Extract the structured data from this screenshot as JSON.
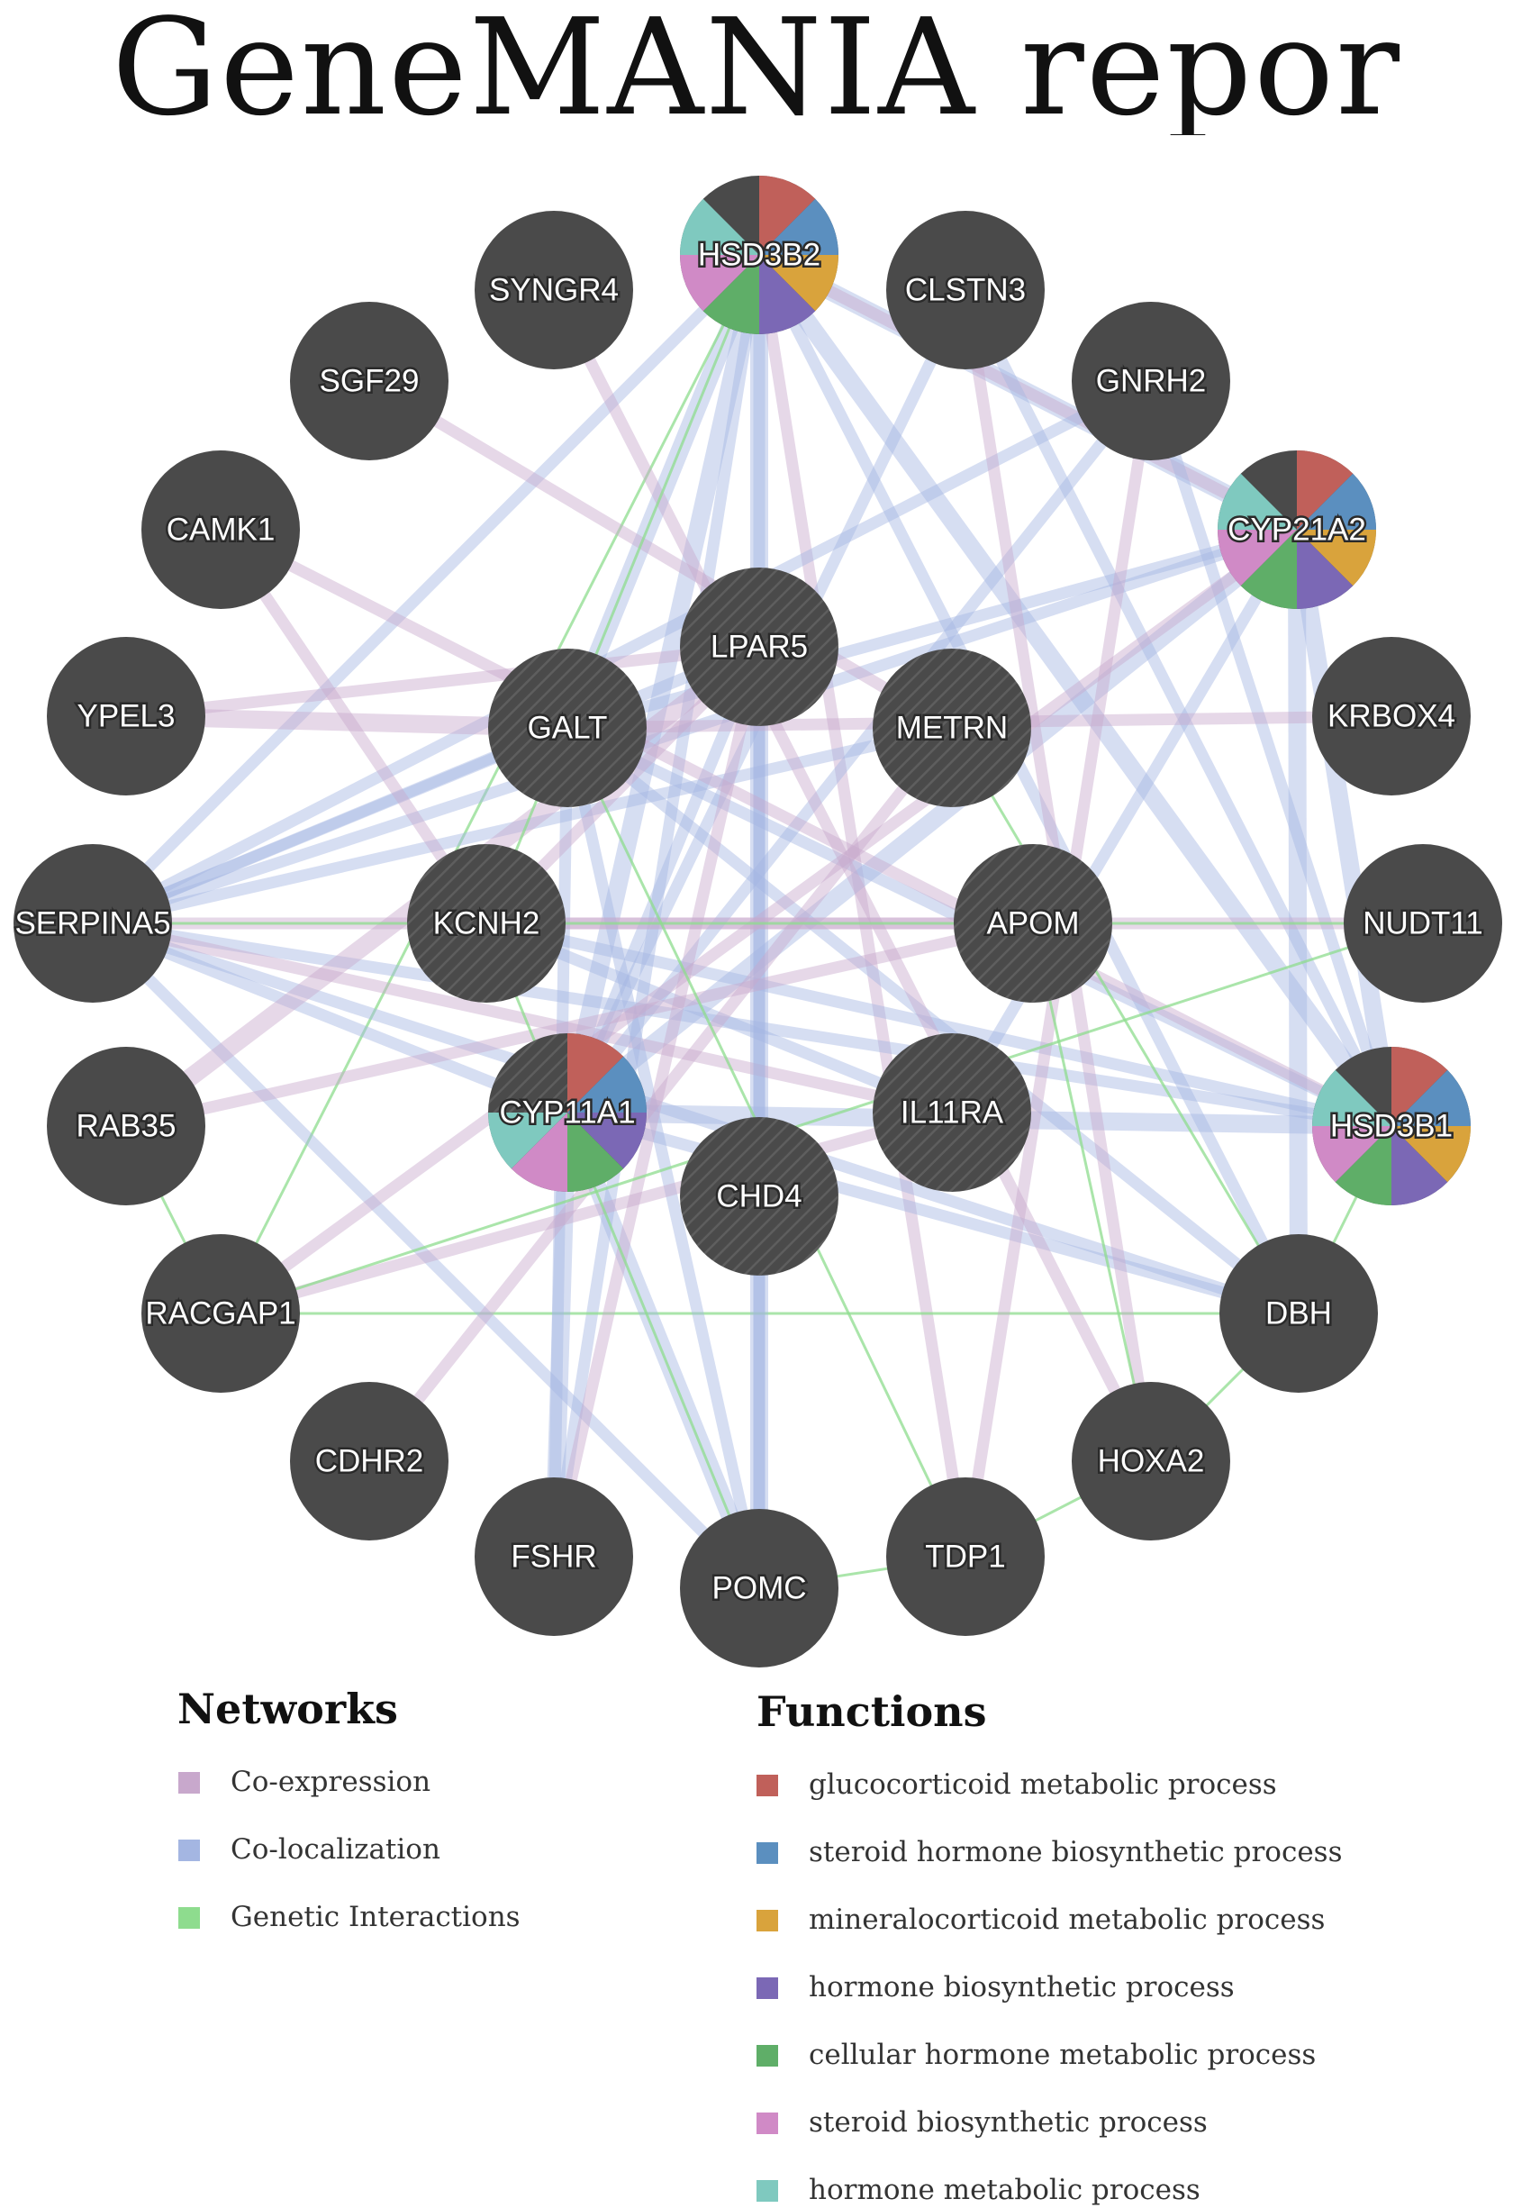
{
  "title": "GeneMANIA repor",
  "network_colors": {
    "co_expression": "#c8a8cc",
    "co_localization": "#a4b6e2",
    "genetic_interactions": "#8edc8e",
    "node_fill": "#4a4a4a",
    "label_color": "#ffffff"
  },
  "function_colors": {
    "glucocorticoid": "#c0605a",
    "steroid_hormone_biosynthetic": "#5b8fbf",
    "mineralocorticoid": "#d9a33c",
    "hormone_biosynthetic": "#7b68b5",
    "cellular_hormone_metabolic": "#5fae68",
    "steroid_biosynthetic": "#d08ac6",
    "hormone_metabolic": "#7fc9bf"
  },
  "nodes": [
    {
      "id": "HSD3B2",
      "label": "HSD3B2",
      "query": false,
      "functions": [
        "glucocorticoid",
        "steroid_hormone_biosynthetic",
        "mineralocorticoid",
        "hormone_biosynthetic",
        "cellular_hormone_metabolic",
        "steroid_biosynthetic",
        "hormone_metabolic"
      ]
    },
    {
      "id": "SYNGR4",
      "label": "SYNGR4",
      "query": false,
      "functions": []
    },
    {
      "id": "CLSTN3",
      "label": "CLSTN3",
      "query": false,
      "functions": []
    },
    {
      "id": "SGF29",
      "label": "SGF29",
      "query": false,
      "functions": []
    },
    {
      "id": "GNRH2",
      "label": "GNRH2",
      "query": false,
      "functions": []
    },
    {
      "id": "CAMK1",
      "label": "CAMK1",
      "query": false,
      "functions": []
    },
    {
      "id": "CYP21A2",
      "label": "CYP21A2",
      "query": false,
      "functions": [
        "glucocorticoid",
        "steroid_hormone_biosynthetic",
        "mineralocorticoid",
        "hormone_biosynthetic",
        "cellular_hormone_metabolic",
        "steroid_biosynthetic",
        "hormone_metabolic"
      ]
    },
    {
      "id": "LPAR5",
      "label": "LPAR5",
      "query": true,
      "functions": []
    },
    {
      "id": "YPEL3",
      "label": "YPEL3",
      "query": false,
      "functions": []
    },
    {
      "id": "GALT",
      "label": "GALT",
      "query": true,
      "functions": []
    },
    {
      "id": "METRN",
      "label": "METRN",
      "query": true,
      "functions": []
    },
    {
      "id": "KRBOX4",
      "label": "KRBOX4",
      "query": false,
      "functions": []
    },
    {
      "id": "SERPINA5",
      "label": "SERPINA5",
      "query": false,
      "functions": []
    },
    {
      "id": "KCNH2",
      "label": "KCNH2",
      "query": true,
      "functions": []
    },
    {
      "id": "APOM",
      "label": "APOM",
      "query": true,
      "functions": []
    },
    {
      "id": "NUDT11",
      "label": "NUDT11",
      "query": false,
      "functions": []
    },
    {
      "id": "RAB35",
      "label": "RAB35",
      "query": false,
      "functions": []
    },
    {
      "id": "CYP11A1",
      "label": "CYP11A1",
      "query": true,
      "functions": [
        "glucocorticoid",
        "steroid_hormone_biosynthetic",
        "hormone_biosynthetic",
        "cellular_hormone_metabolic",
        "steroid_biosynthetic",
        "hormone_metabolic"
      ]
    },
    {
      "id": "IL11RA",
      "label": "IL11RA",
      "query": true,
      "functions": []
    },
    {
      "id": "HSD3B1",
      "label": "HSD3B1",
      "query": false,
      "functions": [
        "glucocorticoid",
        "steroid_hormone_biosynthetic",
        "mineralocorticoid",
        "hormone_biosynthetic",
        "cellular_hormone_metabolic",
        "steroid_biosynthetic",
        "hormone_metabolic"
      ]
    },
    {
      "id": "CHD4",
      "label": "CHD4",
      "query": true,
      "functions": []
    },
    {
      "id": "RACGAP1",
      "label": "RACGAP1",
      "query": false,
      "functions": []
    },
    {
      "id": "DBH",
      "label": "DBH",
      "query": false,
      "functions": []
    },
    {
      "id": "CDHR2",
      "label": "CDHR2",
      "query": false,
      "functions": []
    },
    {
      "id": "HOXA2",
      "label": "HOXA2",
      "query": false,
      "functions": []
    },
    {
      "id": "FSHR",
      "label": "FSHR",
      "query": false,
      "functions": []
    },
    {
      "id": "TDP1",
      "label": "TDP1",
      "query": false,
      "functions": []
    },
    {
      "id": "POMC",
      "label": "POMC",
      "query": false,
      "functions": []
    }
  ],
  "edges": [
    {
      "s": "HSD3B2",
      "t": "CYP11A1",
      "type": "co_localization",
      "w": 3
    },
    {
      "s": "HSD3B2",
      "t": "CHD4",
      "type": "co_localization",
      "w": 3
    },
    {
      "s": "HSD3B2",
      "t": "GALT",
      "type": "co_localization",
      "w": 3
    },
    {
      "s": "HSD3B2",
      "t": "SERPINA5",
      "type": "co_localization",
      "w": 2
    },
    {
      "s": "HSD3B2",
      "t": "HSD3B1",
      "type": "co_localization",
      "w": 3
    },
    {
      "s": "HSD3B2",
      "t": "DBH",
      "type": "co_localization",
      "w": 2
    },
    {
      "s": "HSD3B2",
      "t": "CYP21A2",
      "type": "co_localization",
      "w": 3
    },
    {
      "s": "HSD3B2",
      "t": "POMC",
      "type": "co_localization",
      "w": 2
    },
    {
      "s": "HSD3B2",
      "t": "FSHR",
      "type": "co_localization",
      "w": 2
    },
    {
      "s": "HSD3B2",
      "t": "TDP1",
      "type": "co_expression",
      "w": 2
    },
    {
      "s": "HSD3B2",
      "t": "RACGAP1",
      "type": "genetic_interactions",
      "w": 1
    },
    {
      "s": "CYP21A2",
      "t": "CYP11A1",
      "type": "co_localization",
      "w": 3
    },
    {
      "s": "CYP21A2",
      "t": "HSD3B1",
      "type": "co_localization",
      "w": 3
    },
    {
      "s": "CYP21A2",
      "t": "DBH",
      "type": "co_localization",
      "w": 3
    },
    {
      "s": "CYP21A2",
      "t": "SERPINA5",
      "type": "co_localization",
      "w": 2
    },
    {
      "s": "CYP21A2",
      "t": "GALT",
      "type": "co_localization",
      "w": 2
    },
    {
      "s": "CYP21A2",
      "t": "HSD3B2",
      "type": "co_expression",
      "w": 2
    },
    {
      "s": "HSD3B1",
      "t": "CYP11A1",
      "type": "co_localization",
      "w": 3
    },
    {
      "s": "HSD3B1",
      "t": "SERPINA5",
      "type": "co_localization",
      "w": 2
    },
    {
      "s": "HSD3B1",
      "t": "KCNH2",
      "type": "co_localization",
      "w": 2
    },
    {
      "s": "HSD3B1",
      "t": "CLSTN3",
      "type": "co_localization",
      "w": 2
    },
    {
      "s": "HSD3B1",
      "t": "GALT",
      "type": "co_localization",
      "w": 2
    },
    {
      "s": "HSD3B1",
      "t": "GNRH2",
      "type": "co_localization",
      "w": 2
    },
    {
      "s": "DBH",
      "t": "SERPINA5",
      "type": "co_localization",
      "w": 2
    },
    {
      "s": "DBH",
      "t": "CYP11A1",
      "type": "co_localization",
      "w": 2
    },
    {
      "s": "DBH",
      "t": "GALT",
      "type": "co_localization",
      "w": 2
    },
    {
      "s": "DBH",
      "t": "RACGAP1",
      "type": "genetic_interactions",
      "w": 1
    },
    {
      "s": "DBH",
      "t": "HOXA2",
      "type": "genetic_interactions",
      "w": 1
    },
    {
      "s": "DBH",
      "t": "HSD3B1",
      "type": "genetic_interactions",
      "w": 1
    },
    {
      "s": "SERPINA5",
      "t": "POMC",
      "type": "co_localization",
      "w": 2
    },
    {
      "s": "SERPINA5",
      "t": "CYP11A1",
      "type": "co_localization",
      "w": 2
    },
    {
      "s": "SERPINA5",
      "t": "GNRH2",
      "type": "co_localization",
      "w": 2
    },
    {
      "s": "SERPINA5",
      "t": "LPAR5",
      "type": "co_localization",
      "w": 2
    },
    {
      "s": "SERPINA5",
      "t": "APOM",
      "type": "co_expression",
      "w": 2
    },
    {
      "s": "SERPINA5",
      "t": "IL11RA",
      "type": "co_expression",
      "w": 2
    },
    {
      "s": "CYP11A1",
      "t": "POMC",
      "type": "co_localization",
      "w": 3
    },
    {
      "s": "CYP11A1",
      "t": "FSHR",
      "type": "co_localization",
      "w": 3
    },
    {
      "s": "CYP11A1",
      "t": "GNRH2",
      "type": "co_localization",
      "w": 2
    },
    {
      "s": "CYP11A1",
      "t": "CLSTN3",
      "type": "co_localization",
      "w": 2
    },
    {
      "s": "CYP11A1",
      "t": "LPAR5",
      "type": "co_localization",
      "w": 2
    },
    {
      "s": "CHD4",
      "t": "POMC",
      "type": "co_localization",
      "w": 3
    },
    {
      "s": "LPAR5",
      "t": "POMC",
      "type": "co_localization",
      "w": 2
    },
    {
      "s": "GALT",
      "t": "FSHR",
      "type": "co_localization",
      "w": 2
    },
    {
      "s": "GALT",
      "t": "POMC",
      "type": "co_localization",
      "w": 2
    },
    {
      "s": "GALT",
      "t": "SERPINA5",
      "type": "co_localization",
      "w": 2
    },
    {
      "s": "KCNH2",
      "t": "IL11RA",
      "type": "co_localization",
      "w": 2
    },
    {
      "s": "IL11RA",
      "t": "CYP21A2",
      "type": "co_localization",
      "w": 2
    },
    {
      "s": "METRN",
      "t": "SERPINA5",
      "type": "co_localization",
      "w": 2
    },
    {
      "s": "YPEL3",
      "t": "GALT",
      "type": "co_expression",
      "w": 3
    },
    {
      "s": "YPEL3",
      "t": "LPAR5",
      "type": "co_expression",
      "w": 2
    },
    {
      "s": "CAMK1",
      "t": "KCNH2",
      "type": "co_expression",
      "w": 2
    },
    {
      "s": "CAMK1",
      "t": "HSD3B1",
      "type": "co_expression",
      "w": 2
    },
    {
      "s": "SGF29",
      "t": "METRN",
      "type": "co_expression",
      "w": 2
    },
    {
      "s": "SYNGR4",
      "t": "HOXA2",
      "type": "co_expression",
      "w": 2
    },
    {
      "s": "RAB35",
      "t": "LPAR5",
      "type": "co_expression",
      "w": 3
    },
    {
      "s": "RAB35",
      "t": "APOM",
      "type": "co_expression",
      "w": 2
    },
    {
      "s": "RACGAP1",
      "t": "IL11RA",
      "type": "co_expression",
      "w": 2
    },
    {
      "s": "RACGAP1",
      "t": "CYP21A2",
      "type": "co_expression",
      "w": 2
    },
    {
      "s": "CDHR2",
      "t": "METRN",
      "type": "co_expression",
      "w": 2
    },
    {
      "s": "FSHR",
      "t": "LPAR5",
      "type": "co_expression",
      "w": 2
    },
    {
      "s": "GNRH2",
      "t": "TDP1",
      "type": "co_expression",
      "w": 2
    },
    {
      "s": "CLSTN3",
      "t": "HOXA2",
      "type": "co_expression",
      "w": 2
    },
    {
      "s": "KRBOX4",
      "t": "GALT",
      "type": "co_expression",
      "w": 2
    },
    {
      "s": "NUDT11",
      "t": "KCNH2",
      "type": "co_expression",
      "w": 2
    },
    {
      "s": "KCNH2",
      "t": "LPAR5",
      "type": "co_expression",
      "w": 2
    },
    {
      "s": "RACGAP1",
      "t": "RAB35",
      "type": "genetic_interactions",
      "w": 1
    },
    {
      "s": "RACGAP1",
      "t": "NUDT11",
      "type": "genetic_interactions",
      "w": 1
    },
    {
      "s": "POMC",
      "t": "TDP1",
      "type": "genetic_interactions",
      "w": 1
    },
    {
      "s": "POMC",
      "t": "KCNH2",
      "type": "genetic_interactions",
      "w": 1
    },
    {
      "s": "TDP1",
      "t": "GALT",
      "type": "genetic_interactions",
      "w": 1
    },
    {
      "s": "TDP1",
      "t": "HOXA2",
      "type": "genetic_interactions",
      "w": 1
    },
    {
      "s": "HOXA2",
      "t": "APOM",
      "type": "genetic_interactions",
      "w": 1
    },
    {
      "s": "METRN",
      "t": "DBH",
      "type": "genetic_interactions",
      "w": 1
    },
    {
      "s": "SERPINA5",
      "t": "NUDT11",
      "type": "genetic_interactions",
      "w": 1
    },
    {
      "s": "KCNH2",
      "t": "HSD3B2",
      "type": "genetic_interactions",
      "w": 1
    }
  ],
  "legend": {
    "networks_title": "Networks",
    "networks": [
      {
        "key": "co_expression",
        "label": "Co-expression"
      },
      {
        "key": "co_localization",
        "label": "Co-localization"
      },
      {
        "key": "genetic_interactions",
        "label": "Genetic Interactions"
      }
    ],
    "functions_title": "Functions",
    "functions": [
      {
        "key": "glucocorticoid",
        "label": "glucocorticoid metabolic process"
      },
      {
        "key": "steroid_hormone_biosynthetic",
        "label": "steroid hormone biosynthetic process"
      },
      {
        "key": "mineralocorticoid",
        "label": "mineralocorticoid metabolic process"
      },
      {
        "key": "hormone_biosynthetic",
        "label": "hormone biosynthetic process"
      },
      {
        "key": "cellular_hormone_metabolic",
        "label": "cellular hormone metabolic process"
      },
      {
        "key": "steroid_biosynthetic",
        "label": "steroid biosynthetic process"
      },
      {
        "key": "hormone_metabolic",
        "label": "hormone metabolic process"
      }
    ]
  }
}
